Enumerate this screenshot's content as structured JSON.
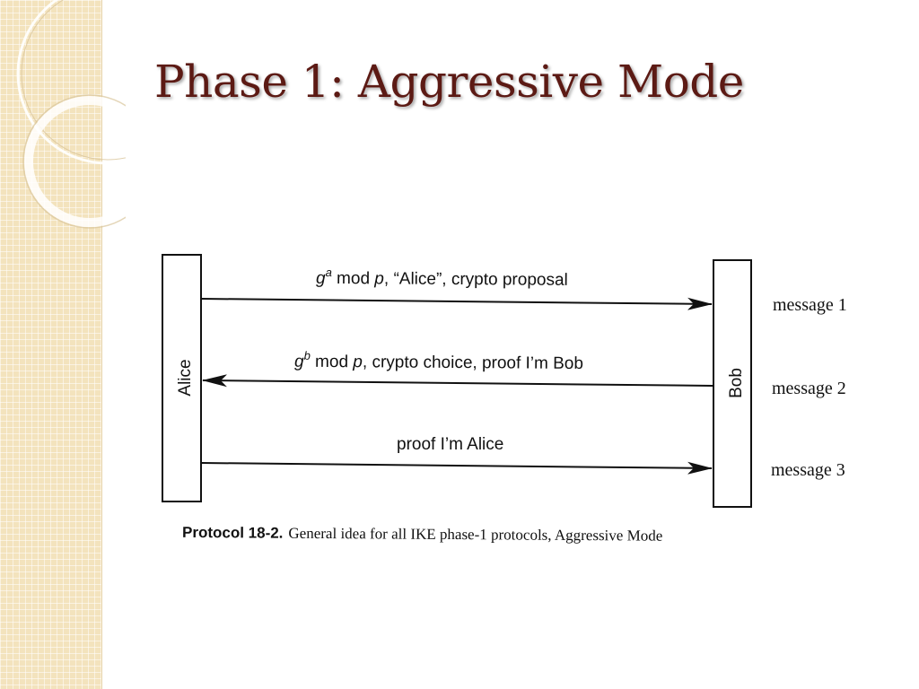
{
  "title": "Phase 1: Aggressive Mode",
  "diagram": {
    "left_party": "Alice",
    "right_party": "Bob",
    "messages": [
      {
        "base": "g",
        "exponent": "a",
        "text_middle": " mod ",
        "text_var": "p",
        "text_rest": ", “Alice”, crypto proposal",
        "direction": "right",
        "side_label": "message 1"
      },
      {
        "base": "g",
        "exponent": "b",
        "text_middle": " mod ",
        "text_var": "p",
        "text_rest": ", crypto choice, proof I’m Bob",
        "direction": "left",
        "side_label": "message 2"
      },
      {
        "text_plain": "proof I’m Alice",
        "direction": "right",
        "side_label": "message 3"
      }
    ],
    "caption_bold": "Protocol 18-2.",
    "caption_text": "General idea for all IKE phase-1 protocols, Aggressive Mode"
  },
  "colors": {
    "title": "#5c1a14",
    "side_band": "#f3e3bd",
    "ink": "#111111"
  }
}
